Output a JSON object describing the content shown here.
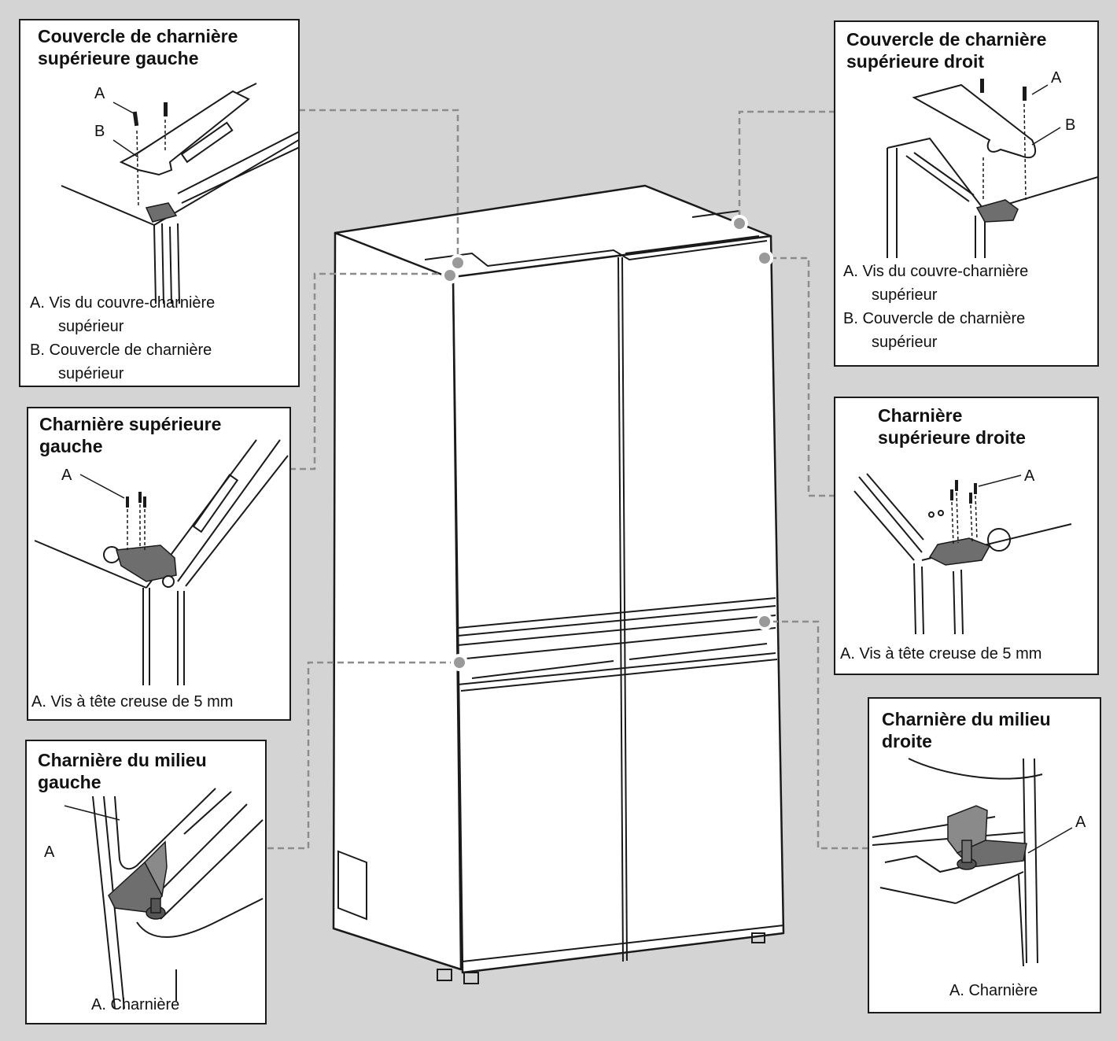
{
  "colors": {
    "background": "#d4d4d4",
    "panel": "#ffffff",
    "line": "#1a1a1a",
    "leader": "#8c8c8c",
    "hinge": "#6e6e6e"
  },
  "panels": {
    "top_left_cover": {
      "title": [
        "Couvercle de charnière",
        "supérieure gauche"
      ],
      "callouts": {
        "a": "A",
        "b": "B"
      },
      "captions": [
        "A. Vis du couvre-charnière",
        "supérieur",
        "B. Couvercle de charnière",
        "supérieur"
      ]
    },
    "top_right_cover": {
      "title": [
        "Couvercle de charnière",
        "supérieure droit"
      ],
      "callouts": {
        "a": "A",
        "b": "B"
      },
      "captions": [
        "A. Vis du couvre-charnière",
        "supérieur",
        "B. Couvercle de charnière",
        "supérieur"
      ]
    },
    "top_left_hinge": {
      "title": [
        "Charnière supérieure",
        "gauche"
      ],
      "callouts": {
        "a": "A"
      },
      "captions": [
        "A. Vis à tête creuse de 5 mm"
      ]
    },
    "top_right_hinge": {
      "title": [
        "Charnière",
        "supérieure droite"
      ],
      "callouts": {
        "a": "A"
      },
      "captions": [
        "A. Vis à tête creuse de 5 mm"
      ]
    },
    "middle_left_hinge": {
      "title": [
        "Charnière du milieu",
        "gauche"
      ],
      "callouts": {
        "a": "A"
      },
      "captions": [
        "A. Charnière"
      ]
    },
    "middle_right_hinge": {
      "title": [
        "Charnière du milieu",
        "droite"
      ],
      "callouts": {
        "a": "A"
      },
      "captions": [
        "A. Charnière"
      ]
    }
  }
}
